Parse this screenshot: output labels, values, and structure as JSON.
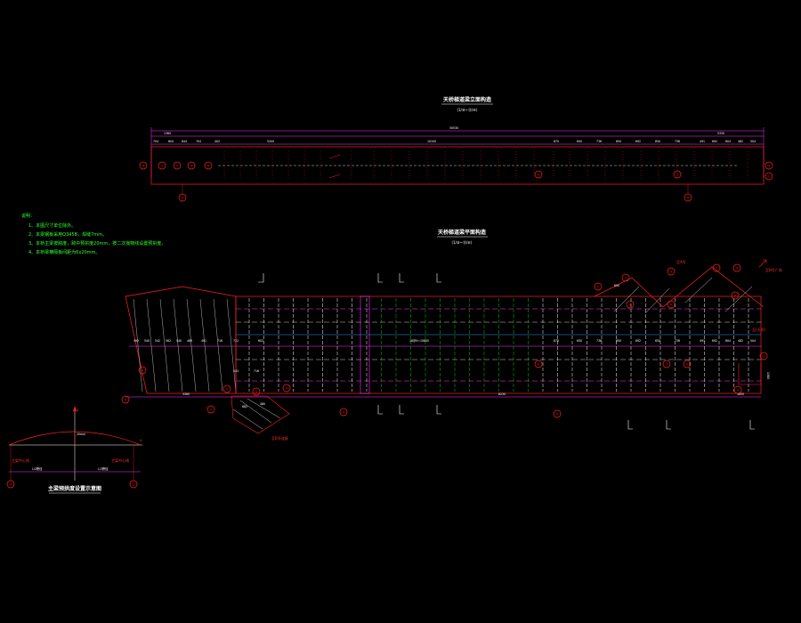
{
  "titles": {
    "elevation_title": "天桥梯道梁立面构造",
    "elevation_scale": "(1/⑩~⑫/⑥)",
    "plan_title": "天桥梯道梁平面构造",
    "plan_scale": "(1/⑩~⑫/⑥)",
    "camber_title": "主梁预拱度设置示意图"
  },
  "notes": {
    "heading": "说明：",
    "items": [
      "1、本图尺寸单位除外。",
      "2、本梁钢板采用Q345B，焊缝7mm。",
      "3、本桥主梁按跨度，跨中预拱度20mm，按二次抛物线设置预拱度。",
      "4、本桥梁横隔板间距为6x20mm。"
    ]
  },
  "elevation": {
    "top_dims": [
      "1360",
      "30530",
      "5330"
    ],
    "seg_dims": [
      "704",
      "604",
      "644",
      "704",
      "402",
      "5200",
      "10100",
      "870",
      "650",
      "736",
      "650",
      "692",
      "650",
      "736",
      "491",
      "692",
      "604",
      "482",
      "504"
    ],
    "axis_labels": [
      "⑩",
      "①",
      "②",
      "③",
      "④",
      "⑤",
      "⑥",
      "⑦",
      "⑧",
      "⑨",
      "⑪",
      "⑫"
    ]
  },
  "plan": {
    "row_dims": [
      "492",
      "540",
      "542",
      "562",
      "540",
      "489",
      "491",
      "716",
      "712",
      "602",
      "18@9=10800",
      "870",
      "650",
      "736",
      "650",
      "692",
      "650",
      "736",
      "491",
      "692",
      "604",
      "482",
      "504"
    ],
    "bottom_dims": [
      "3360",
      "8230",
      "3830"
    ],
    "local_dims": [
      "443",
      "716",
      "480",
      "682",
      "600"
    ],
    "side_dim": "1380",
    "arrows": [
      "至A号",
      "至B号广场",
      "至(天桥)",
      "至B号连接"
    ]
  },
  "camber": {
    "top_label": "20mm",
    "left_label": "主梁中心线",
    "right_label": "主梁中心线",
    "half_left": "L/2跨径",
    "half_right": "L/2跨径",
    "axis_y": "y",
    "axis_x": "x"
  },
  "colors": {
    "background": "#000000",
    "outline": "#ff2020",
    "dimension": "#ff33ff",
    "member": "#ffffff",
    "note": "#33ff33",
    "hidden": "#00cc00",
    "grid": "#3399ff"
  }
}
